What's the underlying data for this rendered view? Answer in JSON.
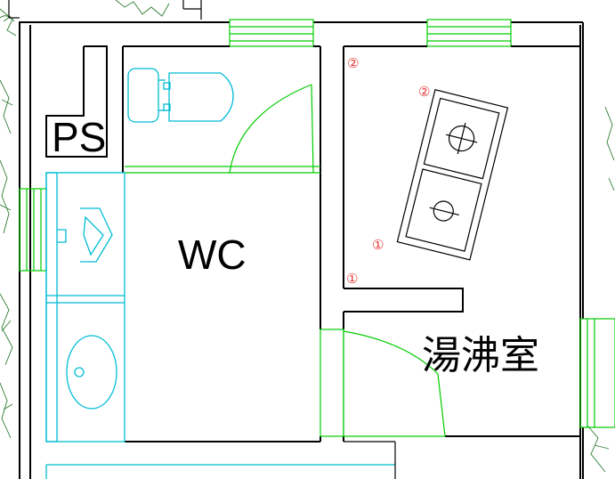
{
  "rooms": {
    "ps": "PS",
    "wc": "WC",
    "kitchenette": "湯沸室"
  },
  "markers": {
    "m1": "①",
    "m2": "②"
  },
  "colors": {
    "walls": "#000000",
    "windows_doors": "#00cc00",
    "fixtures": "#00bcd4",
    "markers": "#e53935",
    "plants": "#2e7d32"
  }
}
